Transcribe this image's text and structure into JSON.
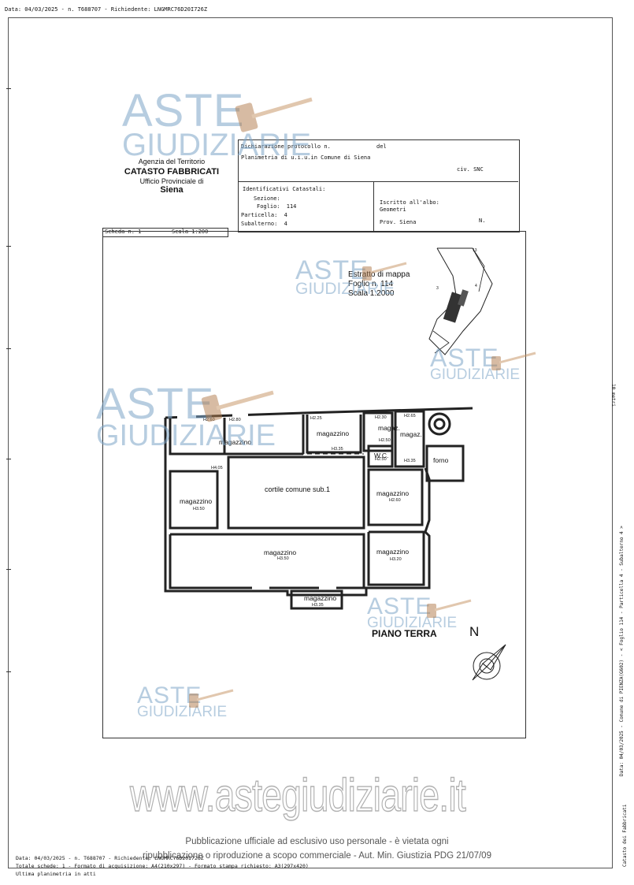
{
  "top_meta": "Data: 04/03/2025 - n. T688707 - Richiedente: LNGMRC76D20I726Z",
  "agency": {
    "line1": "Agenzia del Territorio",
    "line2": "CATASTO FABBRICATI",
    "line3": "Ufficio Provinciale di",
    "line4": "Siena"
  },
  "declaration": {
    "line1_label": "Dichiarazione protocollo n.",
    "line1_del": "del",
    "line2": "Planimetria di u.i.u.in Comune di Siena",
    "civ": "civ. SNC"
  },
  "identifiers": {
    "title": "Identificativi Catastali:",
    "sezione": "Sezione:",
    "foglio_label": "Foglio:",
    "foglio_value": "114",
    "particella_label": "Particella:",
    "particella_value": "4",
    "subalterno_label": "Subalterno:",
    "subalterno_value": "4"
  },
  "albo": {
    "line1": "Iscritto all'albo:",
    "line2": "Geometri",
    "prov": "Prov. Siena",
    "n": "N."
  },
  "scheda": {
    "label": "Scheda n. 1",
    "scale": "Scala 1:200"
  },
  "map_extract": {
    "line1": "Estratto di mappa",
    "line2": "Foglio n. 114",
    "line3": "Scala 1:2000",
    "label_13": "13",
    "label_3": "3",
    "label_4": "4"
  },
  "rooms": {
    "magazzino_top": "magazzino",
    "magazzino_top_mid": "magazzino",
    "magaz_a": "magaz.",
    "magaz_b": "magaz.",
    "wc": "W.C.",
    "forno": "forno",
    "cortile": "cortile comune sub.1",
    "magazzino_left": "magazzino",
    "magazzino_right_mid": "magazzino",
    "magazzino_center": "magazzino",
    "magazzino_right_low": "magazzino",
    "magazzino_bottom": "magazzino"
  },
  "heights": {
    "h1": "H2.60",
    "h2": "H2.80",
    "h3": "H2.25",
    "h4": "H2.30",
    "h5": "H2.65",
    "h6": "H2.50",
    "h7": "H3.35",
    "h8": "H2.50",
    "h9": "H3.35",
    "h10": "H4.05",
    "h11": "H3.50",
    "h12": "H2.60",
    "h13": "H3.50",
    "h14": "H3.20",
    "h15": "H3.35"
  },
  "floor_label": "PIANO TERRA",
  "north": "N",
  "watermark": {
    "aste": "ASTE",
    "giudiziarie": "GIUDIZIARIE",
    "site": "www.astegiudiziarie.it",
    "notice_line1": "Pubblicazione ufficiale ad esclusivo uso personale - è vietata ogni",
    "notice_line2": "ripubblicazione o riproduzione a scopo commerciale - Aut. Min. Giustizia PDG 21/07/09"
  },
  "side_texts": {
    "scale_note": "10 metri",
    "vertical_meta": "Data: 04/03/2025 - Comune di PIENZA(G602) - < Foglio 114 - Particella 4 - Subalterno 4 >",
    "catasto": "Catasto dei Fabbricati"
  },
  "footer": {
    "line1": "Data: 04/03/2025 - n. T688707 - Richiedente: LNGMRC76D20I726Z",
    "line2": "Totale schede: 1 - Formato di acquisizione: A4(210x297) - Formato stampa richiesto: A3(297x420)",
    "line3": "Ultima planimetria in atti"
  }
}
